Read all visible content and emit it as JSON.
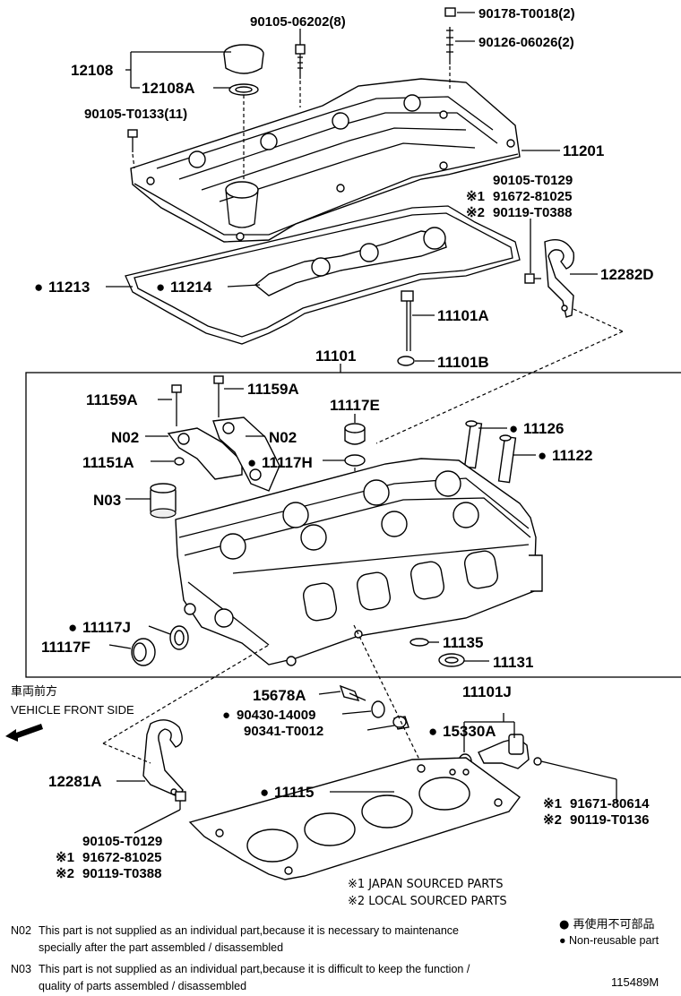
{
  "parts": {
    "p12108": "12108",
    "p12108A": "12108A",
    "p90105_06202": "90105-06202(8)",
    "p90178_T0018": "90178-T0018(2)",
    "p90126_06026": "90126-06026(2)",
    "p90105_T0133": "90105-T0133(11)",
    "p11201": "11201",
    "p90105_T0129_a": "90105-T0129",
    "p91672_81025_a": "91672-81025",
    "p90119_T0388_a": "90119-T0388",
    "p12282D": "12282D",
    "p11213": "11213",
    "p11214": "11214",
    "p11101A": "11101A",
    "p11101B": "11101B",
    "p11101": "11101",
    "p11159A_l": "11159A",
    "p11159A_r": "11159A",
    "p11117E": "11117E",
    "pN02_l": "N02",
    "pN02_r": "N02",
    "p11126": "11126",
    "p11151A": "11151A",
    "p11117H": "11117H",
    "p11122": "11122",
    "pN03": "N03",
    "p11117J": "11117J",
    "p11117F": "11117F",
    "p11135": "11135",
    "p11131": "11131",
    "p15678A": "15678A",
    "p90430_14009": "90430-14009",
    "p90341_T0012": "90341-T0012",
    "p11101J": "11101J",
    "p15330A": "15330A",
    "p12281A": "12281A",
    "p11115": "11115",
    "p91671_80614": "91671-80614",
    "p90119_T0136": "90119-T0136",
    "p90105_T0129_b": "90105-T0129",
    "p91672_81025_b": "91672-81025",
    "p90119_T0388_b": "90119-T0388"
  },
  "marks": {
    "m1": "※1",
    "m2": "※2",
    "dot": "●"
  },
  "front": {
    "jp": "車両前方",
    "en": "VEHICLE FRONT SIDE"
  },
  "sourcing": {
    "japan": "※1 JAPAN SOURCED PARTS",
    "local": "※2 LOCAL SOURCED PARTS"
  },
  "notes": {
    "n02_code": "N02",
    "n02_line1": "This part is not supplied as an individual part,because it is necessary to maintenance",
    "n02_line2": "specially after the part assembled / disassembled",
    "n03_code": "N03",
    "n03_line1": "This part is not supplied as an individual part,because it is difficult to keep the function /",
    "n03_line2": "quality of parts assembled / disassembled"
  },
  "legend": {
    "jp": "● 再使用不可部品",
    "en": "● Non-reusable part"
  },
  "figure_id": "115489M"
}
